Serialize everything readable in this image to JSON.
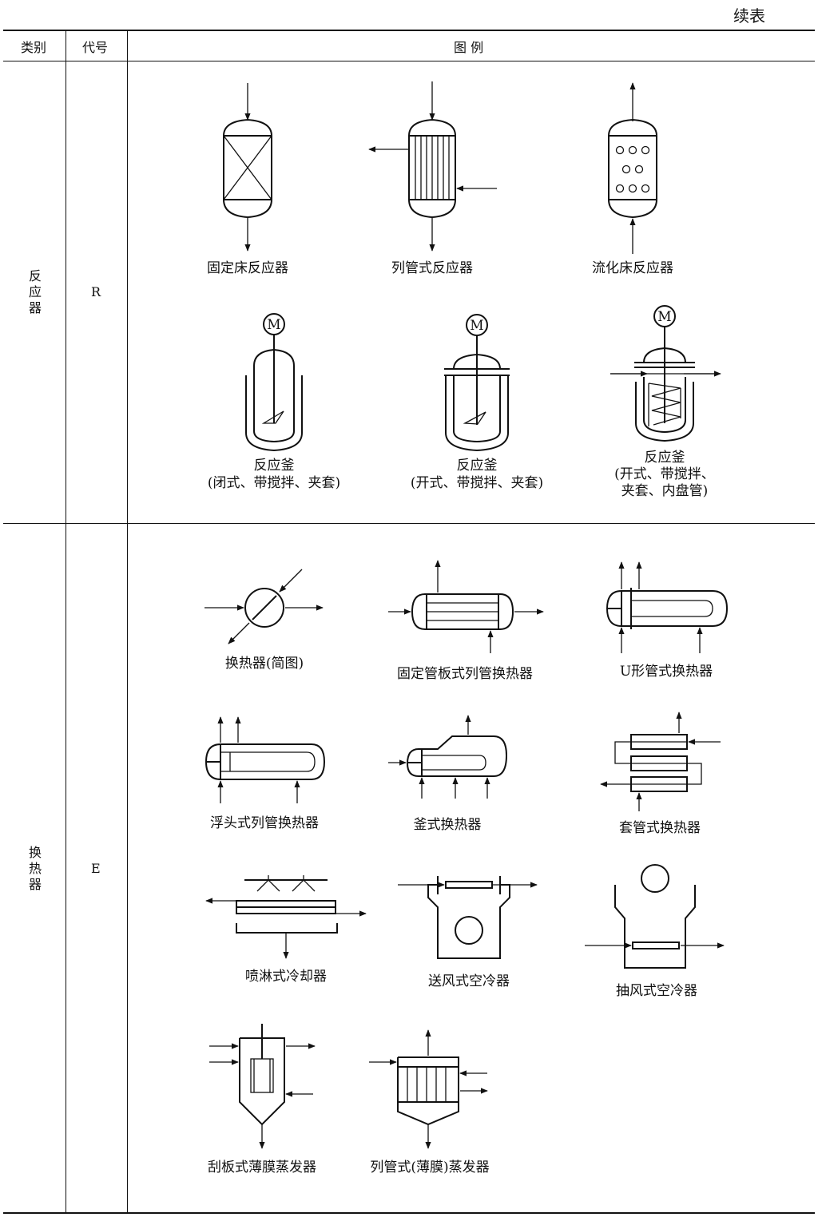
{
  "continued_label": "续表",
  "headers": {
    "category": "类别",
    "code": "代号",
    "legend": "图 例"
  },
  "sections": [
    {
      "category": "反\n应\n器",
      "code": "R",
      "items": [
        "固定床反应器",
        "列管式反应器",
        "流化床反应器",
        [
          "反应釜",
          "(闭式、带搅拌、夹套)"
        ],
        [
          "反应釜",
          "(开式、带搅拌、夹套)"
        ],
        [
          "反应釜",
          "(开式、带搅拌、",
          "夹套、内盘管)"
        ]
      ],
      "motor_label": "M"
    },
    {
      "category": "换\n热\n器",
      "code": "E",
      "items": [
        "换热器(简图)",
        "固定管板式列管换热器",
        "U形管式换热器",
        "浮头式列管换热器",
        "釜式换热器",
        "套管式换热器",
        "喷淋式冷却器",
        "送风式空冷器",
        "抽风式空冷器",
        "刮板式薄膜蒸发器",
        "列管式(薄膜)蒸发器"
      ]
    }
  ]
}
